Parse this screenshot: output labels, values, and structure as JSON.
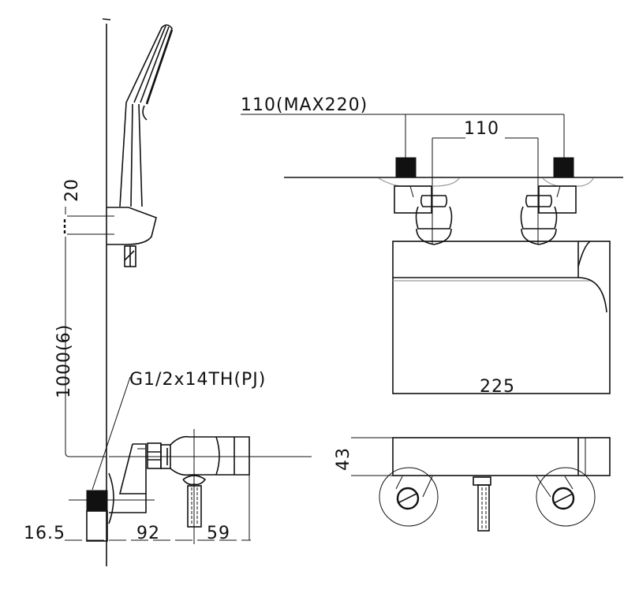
{
  "diagram": {
    "type": "technical-drawing",
    "subject": "wall-mounted thermostatic shower mixer faucet with hand shower",
    "views": {
      "side_view": {
        "dimensions": {
          "hook_height": "20",
          "hose_length": "1000(6)",
          "wall_offset": "16.5",
          "body_depth_a": "92",
          "body_depth_b": "59"
        },
        "thread_callout": "G1/2x14TH(PJ)"
      },
      "front_view": {
        "dimensions": {
          "inlet_spacing_range": "110(MAX220)",
          "inlet_spacing": "110",
          "body_width": "225"
        }
      },
      "top_view": {
        "dimensions": {
          "body_height": "43"
        }
      }
    },
    "colors": {
      "line": "#111111",
      "background": "#ffffff"
    }
  }
}
